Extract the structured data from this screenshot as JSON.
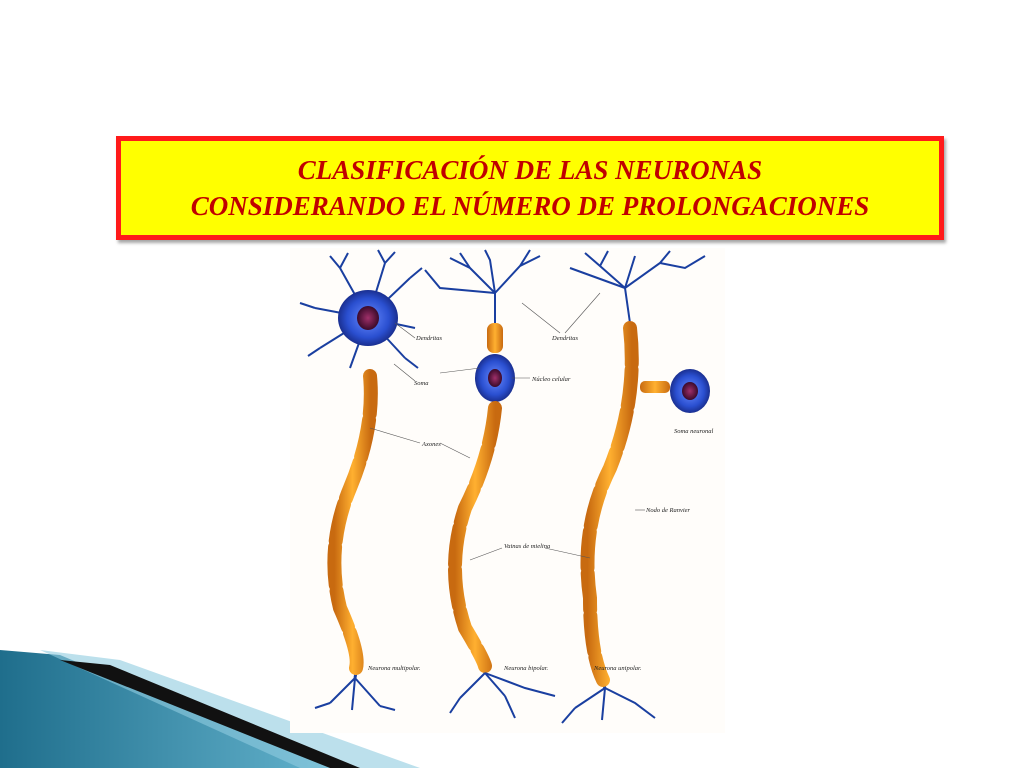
{
  "title": {
    "line1": "CLASIFICACIÓN DE LAS NEURONAS",
    "line2": "CONSIDERANDO EL NÚMERO DE PROLONGACIONES"
  },
  "diagram": {
    "labels": {
      "dendritas_left": "Dendritas",
      "dendritas_right": "Dendritas",
      "soma": "Soma",
      "nucleo": "Núcleo celular",
      "soma_neuronal": "Soma neuronal",
      "axones": "Axones",
      "nodo": "Nodo de Ranvier",
      "vainas": "Vainas de mielina",
      "multipolar": "Neurona multipolar.",
      "bipolar": "Neurona bipolar.",
      "unipolar": "Neurona unipolar."
    }
  },
  "colors": {
    "title_bg": "#ffff00",
    "title_border": "#ff1a1a",
    "title_text": "#c00000",
    "myelin": "#f0a020",
    "axon": "#1a3fa0",
    "soma": "#2a4fd0",
    "nucleus": "#6a1a3a"
  }
}
